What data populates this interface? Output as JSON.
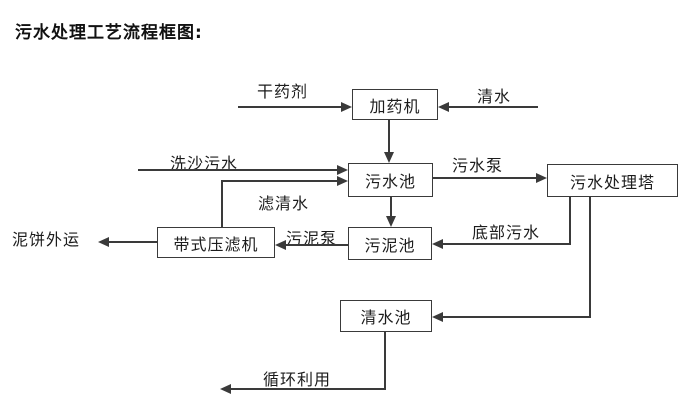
{
  "title": "污水处理工艺流程框图:",
  "nodes": {
    "dosing_machine": "加药机",
    "sewage_pool": "污水池",
    "treatment_tower": "污水处理塔",
    "sludge_pool": "污泥池",
    "belt_filter_press": "带式压滤机",
    "clean_water_pool": "清水池"
  },
  "flow_labels": {
    "dry_chemical": "干药剂",
    "clean_water": "清水",
    "sand_washing_sewage": "洗沙污水",
    "filtered_water": "滤清水",
    "sewage_pump": "污水泵",
    "sludge_pump": "污泥泵",
    "mud_cake_out": "泥饼外运",
    "bottom_sewage": "底部污水",
    "recycle": "循环利用"
  },
  "edges": [
    {
      "from": "干药剂",
      "to": "加药机"
    },
    {
      "from": "清水",
      "to": "加药机"
    },
    {
      "from": "加药机",
      "to": "污水池"
    },
    {
      "from": "洗沙污水",
      "to": "污水池"
    },
    {
      "from": "带式压滤机",
      "to": "污水池",
      "label": "滤清水"
    },
    {
      "from": "污水池",
      "to": "污水处理塔",
      "label": "污水泵"
    },
    {
      "from": "污水池",
      "to": "污泥池"
    },
    {
      "from": "污水处理塔",
      "to": "污泥池",
      "label": "底部污水"
    },
    {
      "from": "污泥池",
      "to": "带式压滤机",
      "label": "污泥泵"
    },
    {
      "from": "带式压滤机",
      "to": "泥饼外运"
    },
    {
      "from": "污水处理塔",
      "to": "清水池"
    },
    {
      "from": "清水池",
      "to": "循环利用"
    }
  ],
  "colors": {
    "line": "#3a3a3a",
    "text": "#1c1c1c",
    "background": "#ffffff"
  }
}
